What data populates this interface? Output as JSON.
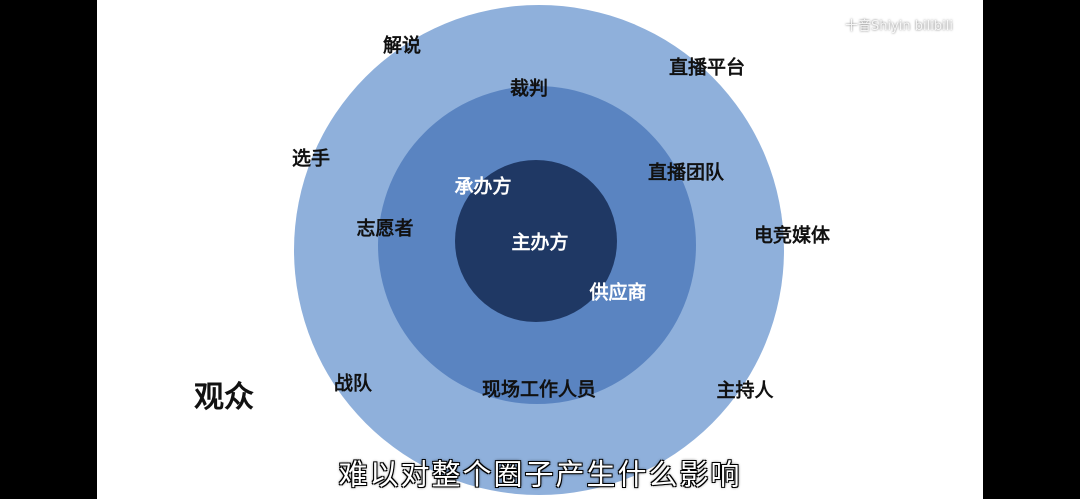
{
  "colors": {
    "outer_ring": "#8fb0db",
    "middle_ring": "#5a84c1",
    "inner_ring": "#1f3864",
    "background": "#ffffff",
    "letterbox": "#000000"
  },
  "diagram": {
    "outside": {
      "audience": "观众"
    },
    "outer_ring": {
      "commentary": "解说",
      "streaming_platform": "直播平台",
      "players": "选手",
      "esports_media": "电竞媒体",
      "teams": "战队",
      "host": "主持人"
    },
    "middle_ring": {
      "referee": "裁判",
      "broadcast_team": "直播团队",
      "volunteers": "志愿者",
      "onsite_staff": "现场工作人员",
      "co_organizer": "承办方",
      "supplier": "供应商"
    },
    "inner_ring": {
      "organizer": "主办方"
    }
  },
  "watermark": "十音Shiyin bilibili",
  "subtitle": "难以对整个圈子产生什么影响"
}
